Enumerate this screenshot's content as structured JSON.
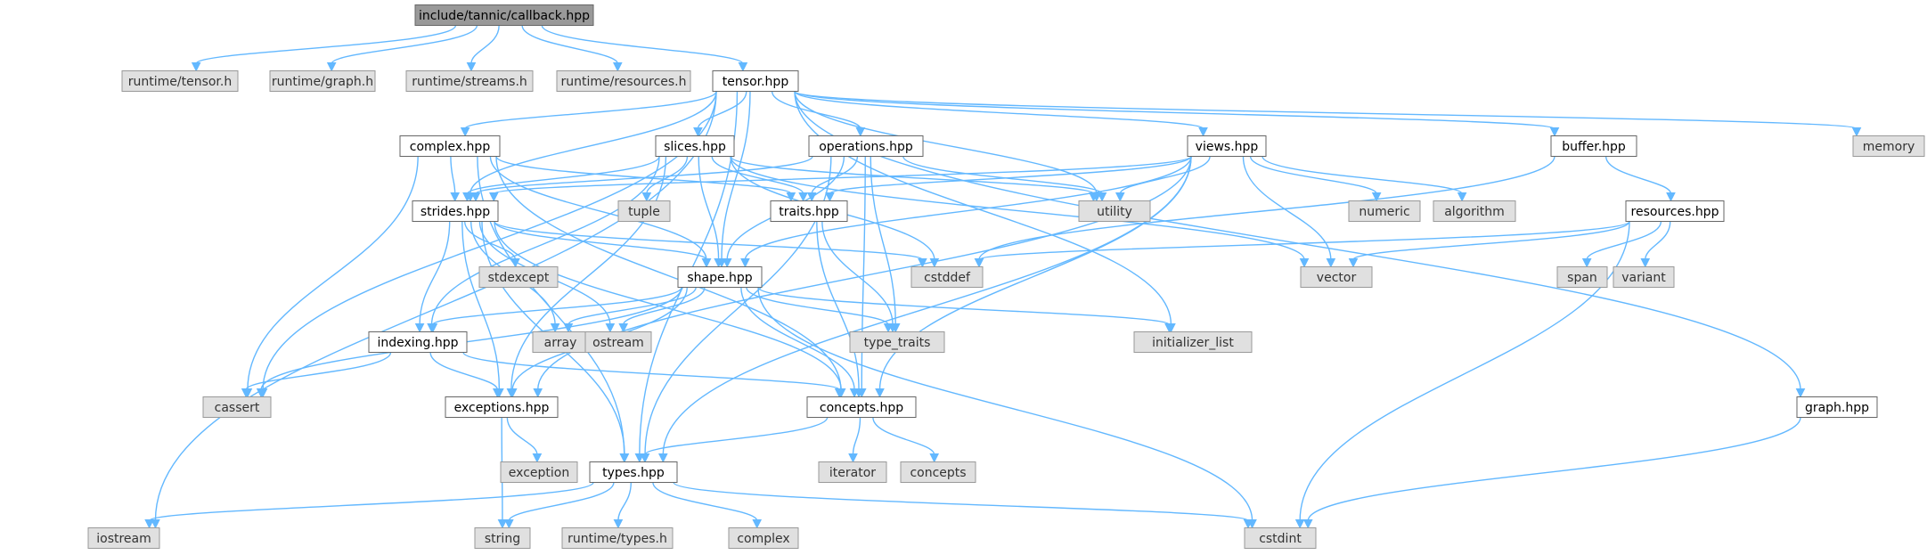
{
  "diagram": {
    "nodes": {
      "root": {
        "label": "include/tannic/callback.hpp",
        "kind": "root"
      },
      "runtime_tensor": {
        "label": "runtime/tensor.h",
        "kind": "ext"
      },
      "runtime_graph": {
        "label": "runtime/graph.h",
        "kind": "ext"
      },
      "runtime_streams": {
        "label": "runtime/streams.h",
        "kind": "ext"
      },
      "runtime_resources": {
        "label": "runtime/resources.h",
        "kind": "ext"
      },
      "tensor": {
        "label": "tensor.hpp",
        "kind": "file"
      },
      "memory": {
        "label": "memory",
        "kind": "ext"
      },
      "complex_hpp": {
        "label": "complex.hpp",
        "kind": "file"
      },
      "slices": {
        "label": "slices.hpp",
        "kind": "file"
      },
      "operations": {
        "label": "operations.hpp",
        "kind": "file"
      },
      "views": {
        "label": "views.hpp",
        "kind": "file"
      },
      "buffer": {
        "label": "buffer.hpp",
        "kind": "file"
      },
      "strides": {
        "label": "strides.hpp",
        "kind": "file"
      },
      "tuple": {
        "label": "tuple",
        "kind": "ext"
      },
      "traits": {
        "label": "traits.hpp",
        "kind": "file"
      },
      "utility": {
        "label": "utility",
        "kind": "ext"
      },
      "numeric": {
        "label": "numeric",
        "kind": "ext"
      },
      "algorithm": {
        "label": "algorithm",
        "kind": "ext"
      },
      "resources": {
        "label": "resources.hpp",
        "kind": "file"
      },
      "stdexcept": {
        "label": "stdexcept",
        "kind": "ext"
      },
      "cstddef": {
        "label": "cstddef",
        "kind": "ext"
      },
      "shape": {
        "label": "shape.hpp",
        "kind": "file"
      },
      "vector": {
        "label": "vector",
        "kind": "ext"
      },
      "span": {
        "label": "span",
        "kind": "ext"
      },
      "variant": {
        "label": "variant",
        "kind": "ext"
      },
      "indexing": {
        "label": "indexing.hpp",
        "kind": "file"
      },
      "array": {
        "label": "array",
        "kind": "ext"
      },
      "ostream": {
        "label": "ostream",
        "kind": "ext"
      },
      "type_traits": {
        "label": "type_traits",
        "kind": "ext"
      },
      "initializer_list": {
        "label": "initializer_list",
        "kind": "ext"
      },
      "cassert": {
        "label": "cassert",
        "kind": "ext"
      },
      "exceptions": {
        "label": "exceptions.hpp",
        "kind": "file"
      },
      "concepts_hpp": {
        "label": "concepts.hpp",
        "kind": "file"
      },
      "graph_hpp": {
        "label": "graph.hpp",
        "kind": "file"
      },
      "exception": {
        "label": "exception",
        "kind": "ext"
      },
      "types": {
        "label": "types.hpp",
        "kind": "file"
      },
      "iterator": {
        "label": "iterator",
        "kind": "ext"
      },
      "concepts": {
        "label": "concepts",
        "kind": "ext"
      },
      "iostream": {
        "label": "iostream",
        "kind": "ext"
      },
      "string": {
        "label": "string",
        "kind": "ext"
      },
      "runtime_types": {
        "label": "runtime/types.h",
        "kind": "ext"
      },
      "complex": {
        "label": "complex",
        "kind": "ext"
      },
      "cstdint": {
        "label": "cstdint",
        "kind": "ext"
      }
    },
    "edges": [
      [
        "root",
        "runtime_tensor"
      ],
      [
        "root",
        "runtime_graph"
      ],
      [
        "root",
        "runtime_streams"
      ],
      [
        "root",
        "runtime_resources"
      ],
      [
        "root",
        "tensor"
      ],
      [
        "tensor",
        "memory"
      ],
      [
        "tensor",
        "complex_hpp"
      ],
      [
        "tensor",
        "slices"
      ],
      [
        "tensor",
        "operations"
      ],
      [
        "tensor",
        "views"
      ],
      [
        "tensor",
        "buffer"
      ],
      [
        "tensor",
        "strides"
      ],
      [
        "tensor",
        "utility"
      ],
      [
        "tensor",
        "shape"
      ],
      [
        "tensor",
        "cassert"
      ],
      [
        "tensor",
        "iostream"
      ],
      [
        "tensor",
        "types"
      ],
      [
        "tensor",
        "graph_hpp"
      ],
      [
        "tensor",
        "initializer_list"
      ],
      [
        "complex_hpp",
        "strides"
      ],
      [
        "complex_hpp",
        "shape"
      ],
      [
        "complex_hpp",
        "traits"
      ],
      [
        "complex_hpp",
        "cassert"
      ],
      [
        "complex_hpp",
        "types"
      ],
      [
        "complex_hpp",
        "concepts_hpp"
      ],
      [
        "slices",
        "strides"
      ],
      [
        "slices",
        "shape"
      ],
      [
        "slices",
        "tuple"
      ],
      [
        "slices",
        "traits"
      ],
      [
        "slices",
        "utility"
      ],
      [
        "slices",
        "cstddef"
      ],
      [
        "slices",
        "vector"
      ],
      [
        "slices",
        "indexing"
      ],
      [
        "slices",
        "exceptions"
      ],
      [
        "operations",
        "strides"
      ],
      [
        "operations",
        "shape"
      ],
      [
        "operations",
        "traits"
      ],
      [
        "operations",
        "utility"
      ],
      [
        "operations",
        "type_traits"
      ],
      [
        "operations",
        "concepts_hpp"
      ],
      [
        "operations",
        "types"
      ],
      [
        "views",
        "strides"
      ],
      [
        "views",
        "shape"
      ],
      [
        "views",
        "traits"
      ],
      [
        "views",
        "utility"
      ],
      [
        "views",
        "numeric"
      ],
      [
        "views",
        "algorithm"
      ],
      [
        "views",
        "vector"
      ],
      [
        "views",
        "exceptions"
      ],
      [
        "views",
        "concepts_hpp"
      ],
      [
        "views",
        "types"
      ],
      [
        "buffer",
        "resources"
      ],
      [
        "buffer",
        "cstddef"
      ],
      [
        "resources",
        "span"
      ],
      [
        "resources",
        "variant"
      ],
      [
        "resources",
        "vector"
      ],
      [
        "resources",
        "cstddef"
      ],
      [
        "resources",
        "cstdint"
      ],
      [
        "strides",
        "shape"
      ],
      [
        "strides",
        "stdexcept"
      ],
      [
        "strides",
        "cstddef"
      ],
      [
        "strides",
        "indexing"
      ],
      [
        "strides",
        "array"
      ],
      [
        "strides",
        "ostream"
      ],
      [
        "strides",
        "exceptions"
      ],
      [
        "strides",
        "types"
      ],
      [
        "strides",
        "concepts_hpp"
      ],
      [
        "traits",
        "type_traits"
      ],
      [
        "traits",
        "concepts_hpp"
      ],
      [
        "shape",
        "indexing"
      ],
      [
        "shape",
        "array"
      ],
      [
        "shape",
        "ostream"
      ],
      [
        "shape",
        "type_traits"
      ],
      [
        "shape",
        "initializer_list"
      ],
      [
        "shape",
        "cassert"
      ],
      [
        "shape",
        "exceptions"
      ],
      [
        "shape",
        "concepts_hpp"
      ],
      [
        "shape",
        "cstdint"
      ],
      [
        "indexing",
        "cassert"
      ],
      [
        "indexing",
        "exceptions"
      ],
      [
        "indexing",
        "concepts_hpp"
      ],
      [
        "exceptions",
        "exception"
      ],
      [
        "exceptions",
        "string"
      ],
      [
        "concepts_hpp",
        "types"
      ],
      [
        "concepts_hpp",
        "iterator"
      ],
      [
        "concepts_hpp",
        "concepts"
      ],
      [
        "types",
        "iostream"
      ],
      [
        "types",
        "string"
      ],
      [
        "types",
        "runtime_types"
      ],
      [
        "types",
        "complex"
      ],
      [
        "types",
        "cstdint"
      ],
      [
        "graph_hpp",
        "cstdint"
      ]
    ]
  }
}
